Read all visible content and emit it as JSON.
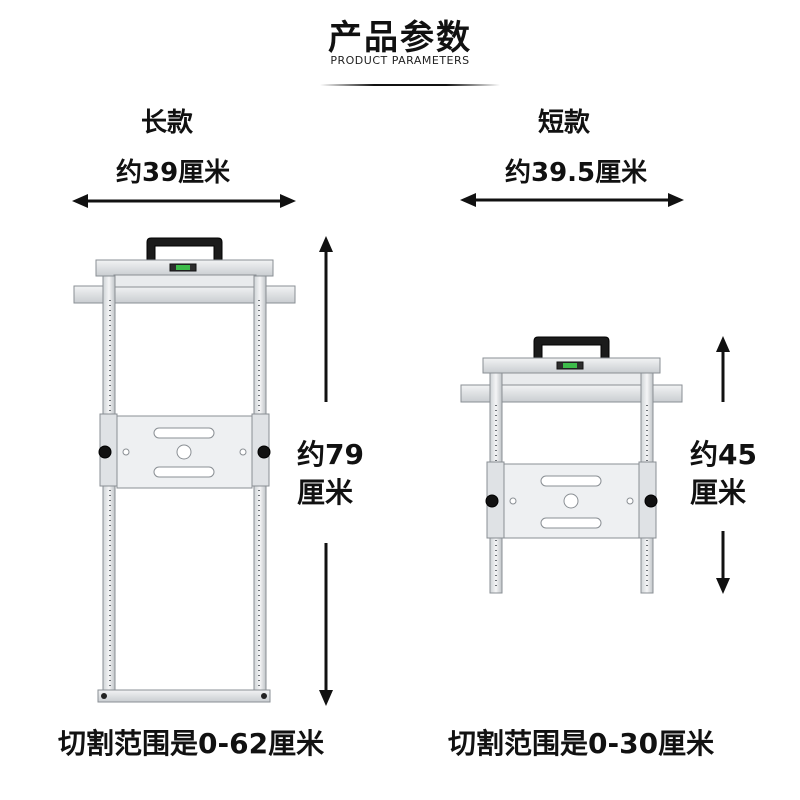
{
  "header": {
    "title": "产品参数",
    "subtitle": "PRODUCT PARAMETERS"
  },
  "long_model": {
    "name": "长款",
    "width": "约39厘米",
    "height_line1": "约79",
    "height_line2": "厘米",
    "cutting_range": "切割范围是0-62厘米"
  },
  "short_model": {
    "name": "短款",
    "width": "约39.5厘米",
    "height_line1": "约45",
    "height_line2": "厘米",
    "cutting_range": "切割范围是0-30厘米"
  }
}
